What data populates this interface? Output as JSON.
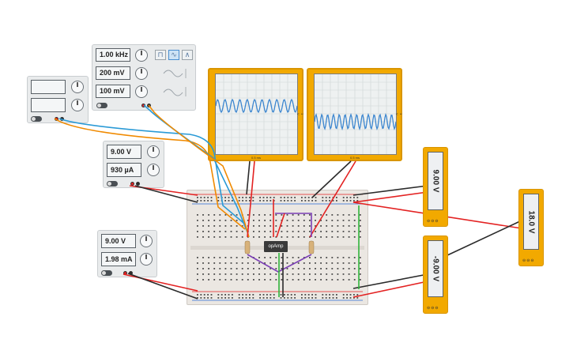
{
  "function_generator": {
    "frequency": "1.00 kHz",
    "amplitude": "200 mV",
    "offset": "100 mV",
    "waveforms": [
      "square",
      "sine",
      "triangle"
    ],
    "selected_waveform": "sine"
  },
  "power_supply_small": {
    "display1": "",
    "display2": ""
  },
  "power_supply_1": {
    "voltage": "9.00 V",
    "current": "930 µA"
  },
  "power_supply_2": {
    "voltage": "9.00 V",
    "current": "1.98 mA"
  },
  "oscilloscope_1": {
    "time_label": "0.5 ms",
    "side_label": "1 V"
  },
  "oscilloscope_2": {
    "time_label": "0.5 ms",
    "side_label": "1 V"
  },
  "breadboard": {
    "chip_label": "opAmp"
  },
  "multimeters": [
    {
      "reading": "9.00 V"
    },
    {
      "reading": "18.0 V"
    },
    {
      "reading": "-9.00 V"
    }
  ],
  "colors": {
    "instrument_yellow": "#f2a900",
    "wire_red": "#e32222",
    "wire_blue": "#2a9ad6",
    "wire_orange": "#f08a00",
    "wire_black": "#2b2b2b",
    "wire_green": "#2fb43a",
    "wire_purple": "#7b3fb5"
  }
}
